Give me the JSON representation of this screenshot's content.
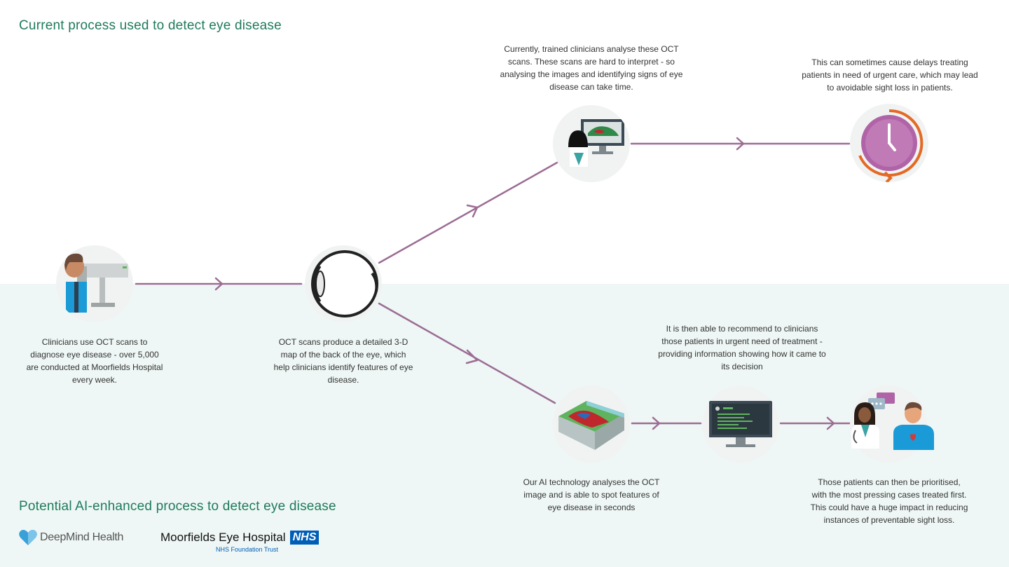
{
  "headings": {
    "current": "Current process used to detect eye disease",
    "ai": "Potential AI-enhanced process to detect eye disease"
  },
  "steps": {
    "oct_scans": "Clinicians use OCT scans to diagnose eye disease - over 5,000 are conducted at Moorfields Hospital every week.",
    "map": "OCT scans produce a detailed 3-D map of the back of the eye, which help clinicians identify features of eye disease.",
    "clinicians_analyse": "Currently, trained clinicians analyse these OCT scans. These scans are hard to interpret - so analysing the images and identifying signs of eye disease can take time.",
    "delays": "This can sometimes cause delays treating patients in need of urgent care, which may lead to avoidable sight loss in patients.",
    "ai_analyses": "Our AI technology analyses the OCT image and is able to spot features of eye disease in seconds",
    "recommend": "It is then able to recommend to clinicians those patients in urgent need of treatment - providing information showing how it came to its decision",
    "prioritised": "Those patients can then be prioritised, with the most pressing cases treated first. This could have a huge impact in reducing instances of preventable sight loss."
  },
  "icons": {
    "scan_machine": "oct-scanner-icon",
    "eye": "eye-cross-section-icon",
    "clinician_screen": "clinician-monitor-icon",
    "clock": "clock-delay-icon",
    "retina_3d": "retina-3d-map-icon",
    "ai_screen": "ai-terminal-icon",
    "doctor_patient": "doctor-patient-icon"
  },
  "logos": {
    "deepmind": "DeepMind Health",
    "moorfields": "Moorfields Eye Hospital",
    "nhs": "NHS",
    "trust": "NHS Foundation Trust"
  },
  "colors": {
    "heading": "#1f7a5c",
    "arrow": "#9c6c94",
    "lower_band": "#eef7f5",
    "circle": "#f1f3f3"
  }
}
